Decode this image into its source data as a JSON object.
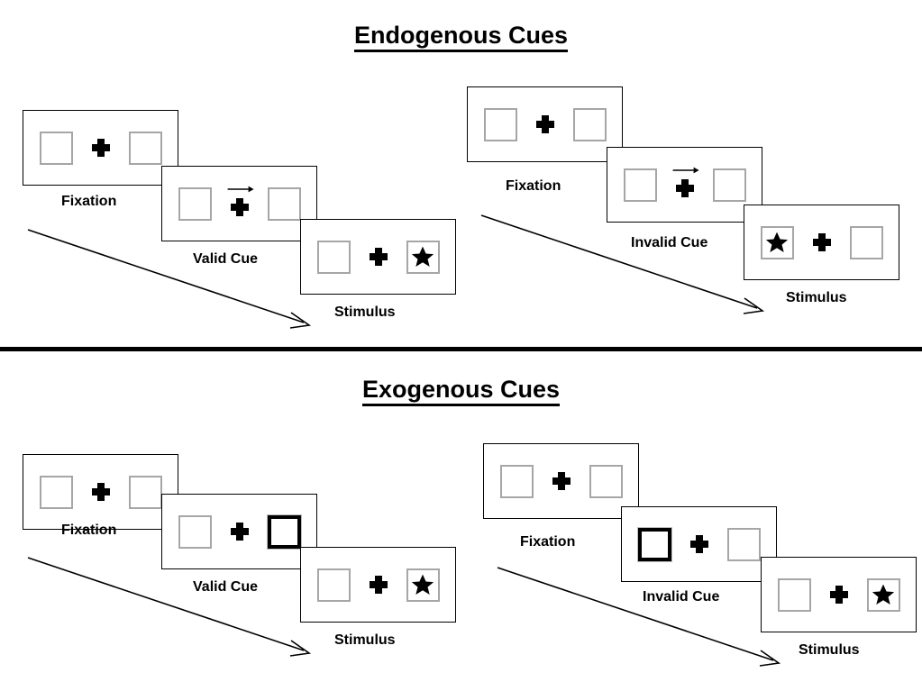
{
  "sections": [
    {
      "id": "endogenous",
      "title": "Endogenous Cues",
      "cue_type": "arrow",
      "panels": [
        {
          "id": "endogenous-valid",
          "validity": "valid",
          "frames": [
            {
              "caption": "Fixation",
              "cue": "none",
              "cue_side": "none",
              "target": "none",
              "target_side": "none"
            },
            {
              "caption": "Valid Cue",
              "cue": "arrow",
              "cue_side": "right",
              "target": "none",
              "target_side": "none"
            },
            {
              "caption": "Stimulus",
              "cue": "none",
              "cue_side": "none",
              "target": "star",
              "target_side": "right"
            }
          ]
        },
        {
          "id": "endogenous-invalid",
          "validity": "invalid",
          "frames": [
            {
              "caption": "Fixation",
              "cue": "none",
              "cue_side": "none",
              "target": "none",
              "target_side": "none"
            },
            {
              "caption": "Invalid Cue",
              "cue": "arrow",
              "cue_side": "right",
              "target": "none",
              "target_side": "none"
            },
            {
              "caption": "Stimulus",
              "cue": "none",
              "cue_side": "none",
              "target": "star",
              "target_side": "left"
            }
          ]
        }
      ]
    },
    {
      "id": "exogenous",
      "title": "Exogenous Cues",
      "cue_type": "box-highlight",
      "panels": [
        {
          "id": "exogenous-valid",
          "validity": "valid",
          "frames": [
            {
              "caption": "Fixation",
              "cue": "none",
              "cue_side": "none",
              "target": "none",
              "target_side": "none"
            },
            {
              "caption": "Valid Cue",
              "cue": "box-thick",
              "cue_side": "right",
              "target": "none",
              "target_side": "none"
            },
            {
              "caption": "Stimulus",
              "cue": "none",
              "cue_side": "none",
              "target": "star",
              "target_side": "right"
            }
          ]
        },
        {
          "id": "exogenous-invalid",
          "validity": "invalid",
          "frames": [
            {
              "caption": "Fixation",
              "cue": "none",
              "cue_side": "none",
              "target": "none",
              "target_side": "none"
            },
            {
              "caption": "Invalid Cue",
              "cue": "box-thick",
              "cue_side": "left",
              "target": "none",
              "target_side": "none"
            },
            {
              "caption": "Stimulus",
              "cue": "none",
              "cue_side": "none",
              "target": "star",
              "target_side": "right"
            }
          ]
        }
      ]
    }
  ],
  "icons": {
    "star": "star-icon",
    "plus": "fixation-cross-icon",
    "cue_arrow": "cue-arrow-right-icon",
    "time_arrow": "time-flow-arrow-icon"
  },
  "colors": {
    "frame_border": "#000000",
    "box_border": "#a6a6a6",
    "cue_border": "#000000",
    "target_fill": "#000000",
    "divider": "#000000",
    "background": "#ffffff"
  }
}
